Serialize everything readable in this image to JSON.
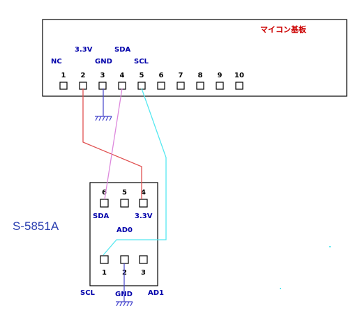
{
  "board": {
    "title": "マイコン基板",
    "pins": [
      {
        "num": "1",
        "label": "NC"
      },
      {
        "num": "2",
        "label": "3.3V"
      },
      {
        "num": "3",
        "label": "GND"
      },
      {
        "num": "4",
        "label": "SDA"
      },
      {
        "num": "5",
        "label": "SCL"
      },
      {
        "num": "6",
        "label": ""
      },
      {
        "num": "7",
        "label": ""
      },
      {
        "num": "8",
        "label": ""
      },
      {
        "num": "9",
        "label": ""
      },
      {
        "num": "10",
        "label": ""
      }
    ]
  },
  "chip": {
    "name": "S-5851A",
    "top_pins": [
      {
        "num": "6",
        "label": "SDA"
      },
      {
        "num": "5",
        "label": ""
      },
      {
        "num": "4",
        "label": "3.3V"
      }
    ],
    "bottom_pins": [
      {
        "num": "1",
        "label": "SCL"
      },
      {
        "num": "2",
        "label": "GND"
      },
      {
        "num": "3",
        "label": "AD1"
      }
    ],
    "inner_label": "AD0"
  },
  "colors": {
    "outline": "#000000",
    "text_blue": "#0000aa",
    "title_red": "#cc0000",
    "chip_name": "#2b3fb0",
    "wire_power": "#e05050",
    "wire_sda": "#dd88dd",
    "wire_scl": "#55e8f0",
    "ground": "#4444cc"
  },
  "connections": [
    {
      "from": "board.2",
      "to": "chip.4",
      "signal": "3.3V"
    },
    {
      "from": "board.4",
      "to": "chip.6",
      "signal": "SDA"
    },
    {
      "from": "board.5",
      "to": "chip.1",
      "signal": "SCL"
    },
    {
      "from": "board.3",
      "to": "ground",
      "signal": "GND"
    },
    {
      "from": "chip.2",
      "to": "ground",
      "signal": "GND"
    }
  ]
}
